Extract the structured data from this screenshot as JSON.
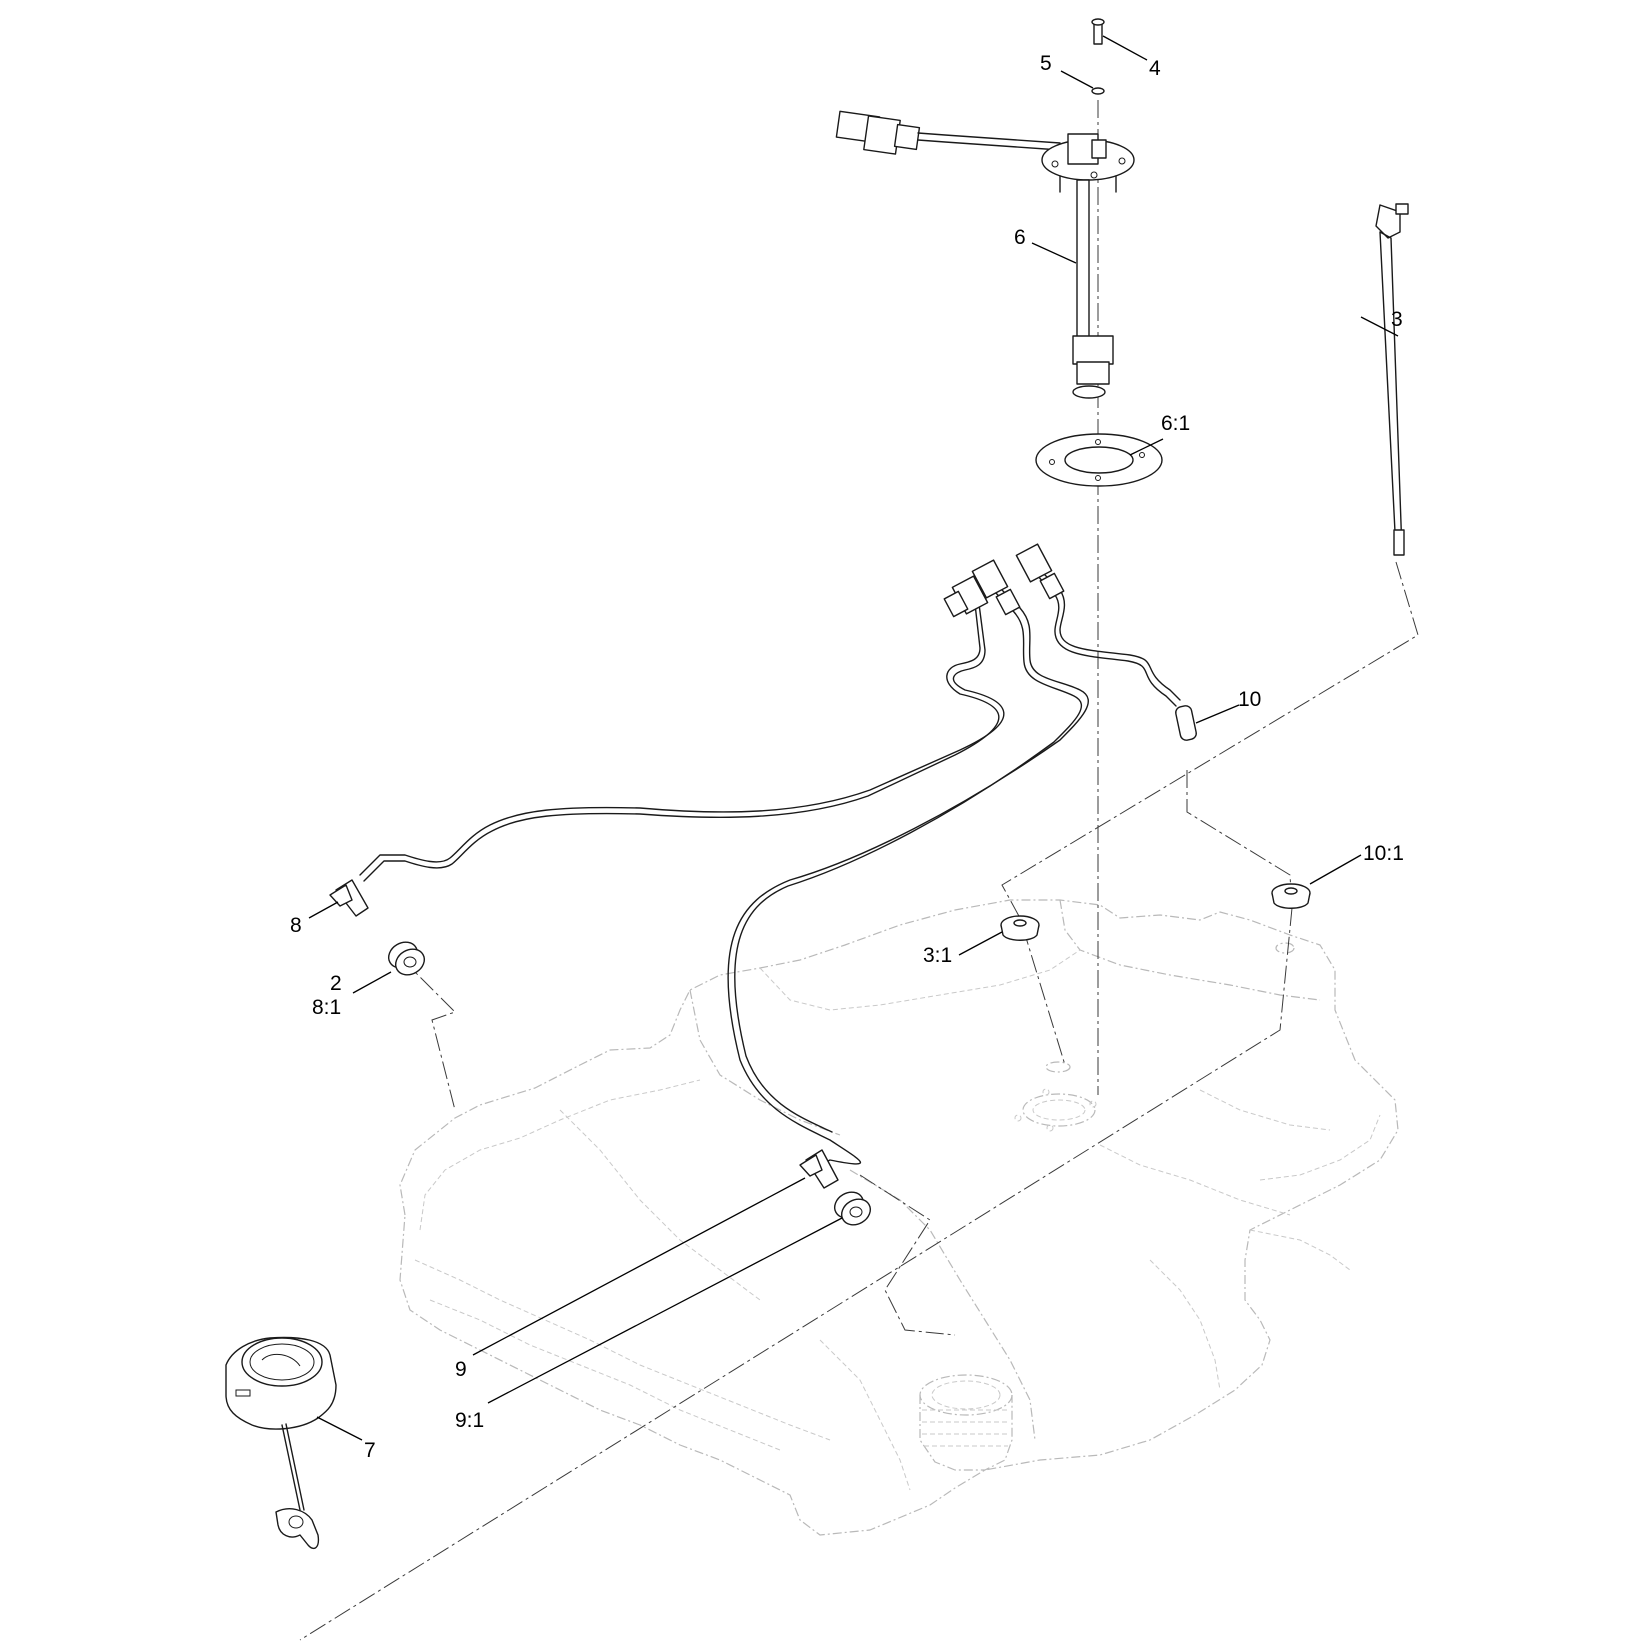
{
  "callouts": {
    "c2": "2",
    "c3": "3",
    "c3_1": "3:1",
    "c4": "4",
    "c5": "5",
    "c6": "6",
    "c6_1": "6:1",
    "c7": "7",
    "c8": "8",
    "c8_1": "8:1",
    "c9": "9",
    "c9_1": "9:1",
    "c10": "10",
    "c10_1": "10:1"
  }
}
